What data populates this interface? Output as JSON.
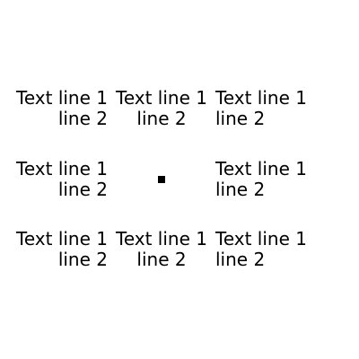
{
  "cells": {
    "top_left": {
      "line1": "Text line 1",
      "line2": "line 2"
    },
    "top_center": {
      "line1": "Text line 1",
      "line2": "line 2"
    },
    "top_right": {
      "line1": "Text line 1",
      "line2": "line 2"
    },
    "middle_left": {
      "line1": "Text line 1",
      "line2": "line 2"
    },
    "middle_right": {
      "line1": "Text line 1",
      "line2": "line 2"
    },
    "bottom_left": {
      "line1": "Text line 1",
      "line2": "line 2"
    },
    "bottom_center": {
      "line1": "Text line 1",
      "line2": "line 2"
    },
    "bottom_right": {
      "line1": "Text line 1",
      "line2": "line 2"
    }
  },
  "colors": {
    "text": "#000000",
    "background": "#ffffff",
    "marker": "#000000"
  }
}
